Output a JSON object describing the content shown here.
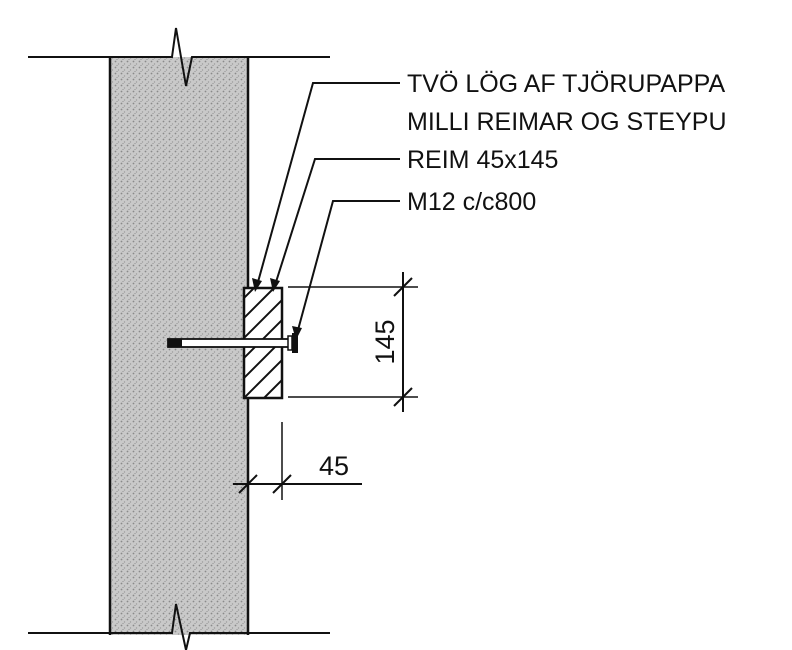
{
  "annotations": {
    "membrane_line1": "TVÖ LÖG AF TJÖRUPAPPA",
    "membrane_line2": "MILLI REIMAR OG STEYPU",
    "batten": "REIM 45x145",
    "bolt": "M12 c/c800"
  },
  "dimensions": {
    "batten_height": "145",
    "batten_width": "45"
  },
  "colors": {
    "ink": "#111111",
    "concrete_fill": "#c9c9c9",
    "background": "#ffffff"
  }
}
